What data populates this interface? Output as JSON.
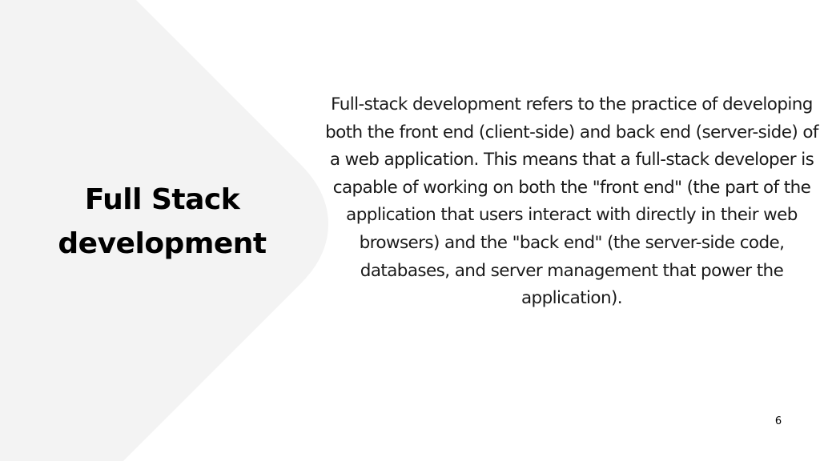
{
  "slide": {
    "title": "Full Stack development",
    "body": "Full-stack development refers to the practice of developing both the front end (client-side) and back end (server-side) of a web application. This means that a full-stack developer is capable of working on both the \"front end\" (the part of the application that users interact with directly in their web browsers) and the \"back end\" (the server-side code, databases, and server management that power the application).",
    "page_number": "6"
  },
  "colors": {
    "background": "#ffffff",
    "shape_fill": "#f3f3f3",
    "text": "#000000"
  }
}
